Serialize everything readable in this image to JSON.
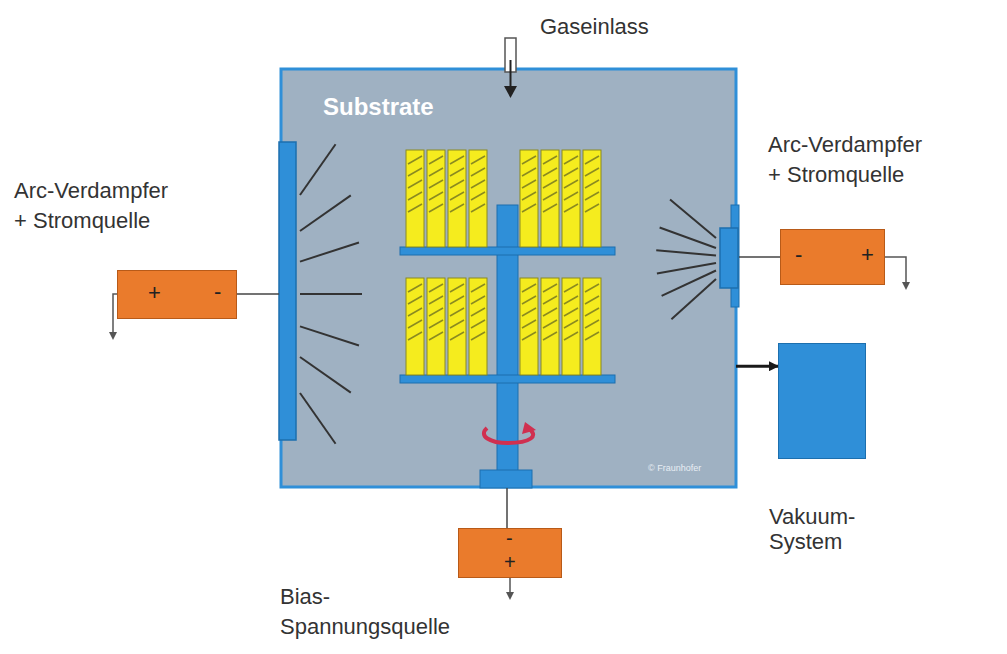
{
  "diagram": {
    "nodes": [
      {
        "text": [
          "Substrate"
        ]
      },
      {
        "text": [
          "+",
          "-"
        ]
      },
      {
        "text": [
          "-",
          "+"
        ]
      },
      {
        "text": [
          "Vakuum- System"
        ]
      },
      {
        "text": [
          "-",
          "+"
        ]
      }
    ],
    "edges": [
      {
        "from": 0,
        "to": 3,
        "arrow": "to"
      }
    ],
    "labels": [
      "Gaseinlass",
      "Arc-Verdampfer + Stromquelle",
      "Arc-Verdampfer + Stromquelle",
      "Bias- Spannungsquelle",
      "© Fraunhofer"
    ]
  }
}
